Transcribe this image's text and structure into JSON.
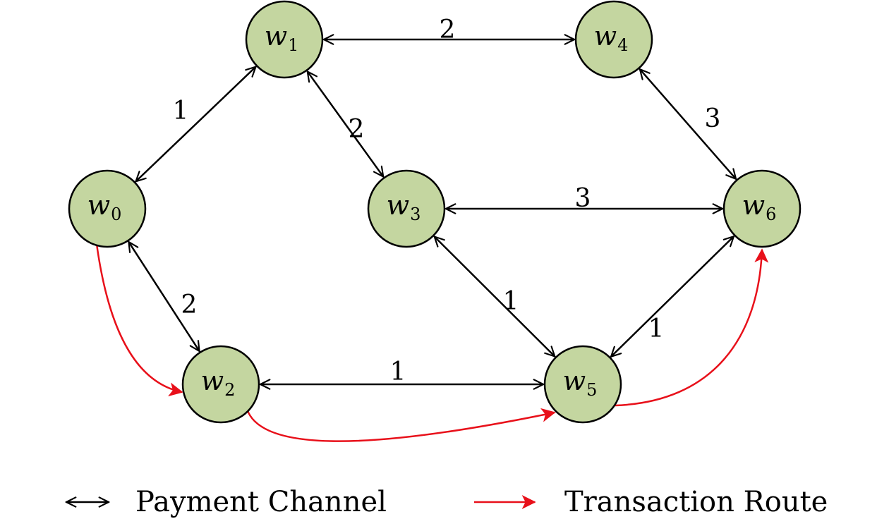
{
  "nodes": [
    {
      "id": "w0",
      "letter": "w",
      "index": "0"
    },
    {
      "id": "w1",
      "letter": "w",
      "index": "1"
    },
    {
      "id": "w2",
      "letter": "w",
      "index": "2"
    },
    {
      "id": "w3",
      "letter": "w",
      "index": "3"
    },
    {
      "id": "w4",
      "letter": "w",
      "index": "4"
    },
    {
      "id": "w5",
      "letter": "w",
      "index": "5"
    },
    {
      "id": "w6",
      "letter": "w",
      "index": "6"
    }
  ],
  "channels": [
    {
      "from": "w1",
      "to": "w4",
      "weight": "2"
    },
    {
      "from": "w0",
      "to": "w1",
      "weight": "1"
    },
    {
      "from": "w1",
      "to": "w3",
      "weight": "2"
    },
    {
      "from": "w4",
      "to": "w6",
      "weight": "3"
    },
    {
      "from": "w3",
      "to": "w6",
      "weight": "3"
    },
    {
      "from": "w0",
      "to": "w2",
      "weight": "2"
    },
    {
      "from": "w3",
      "to": "w5",
      "weight": "1"
    },
    {
      "from": "w5",
      "to": "w6",
      "weight": "1"
    },
    {
      "from": "w2",
      "to": "w5",
      "weight": "1"
    }
  ],
  "transaction_route": [
    "w0",
    "w2",
    "w5",
    "w6"
  ],
  "legend": {
    "channel_label": "Payment Channel",
    "route_label": "Transaction Route"
  },
  "colors": {
    "node_fill": "#c4d6a0",
    "node_stroke": "#000000",
    "channel": "#000000",
    "route": "#e8101a"
  }
}
